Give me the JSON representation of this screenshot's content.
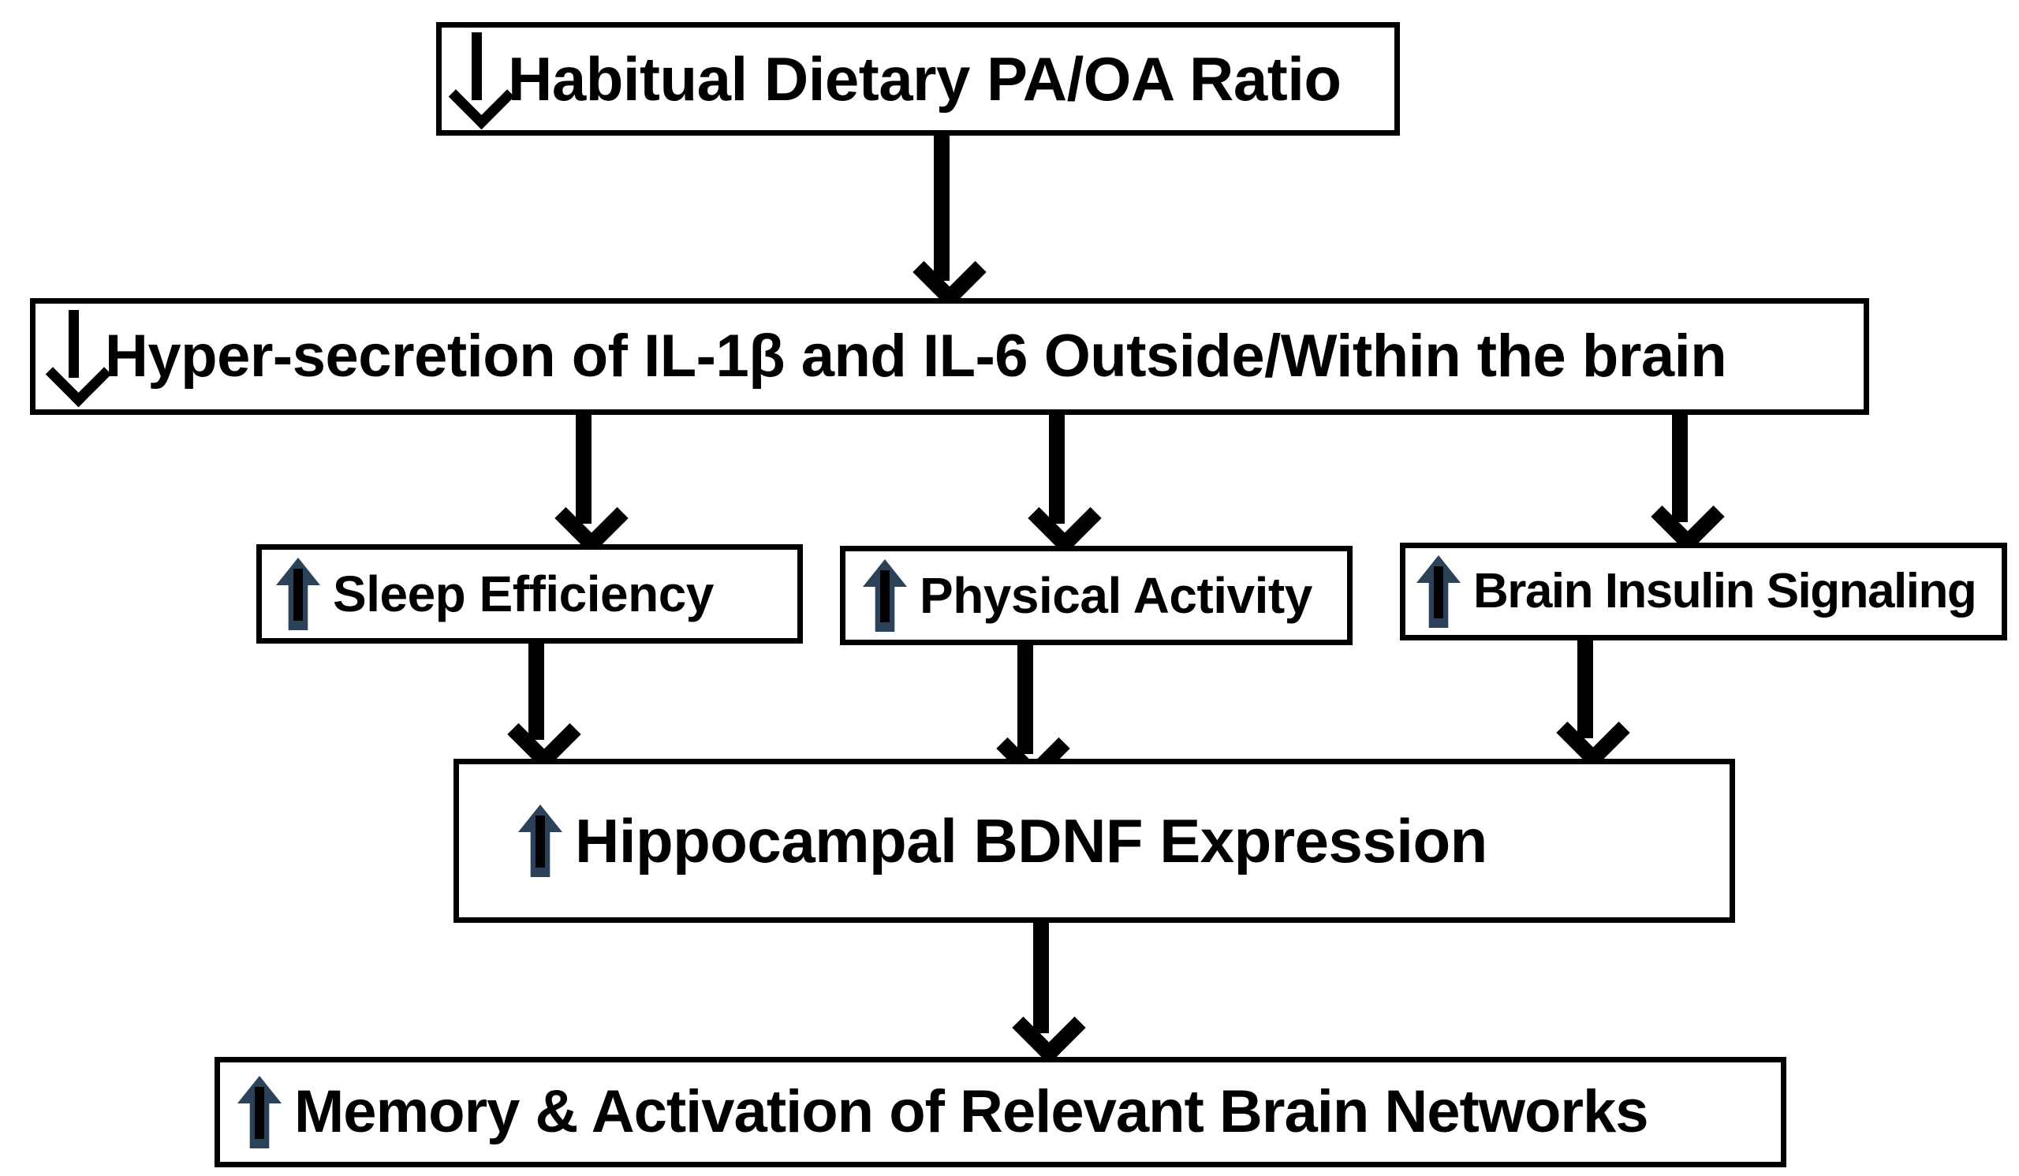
{
  "figure": {
    "type": "flowchart",
    "title": "",
    "orientation": "top-to-bottom",
    "colors": {
      "box_border": "#000000",
      "box_fill": "#ffffff",
      "text": "#000000",
      "connector": "#000000",
      "up_arrow_glyph": "#2b4258",
      "down_arrow_glyph": "#000000"
    }
  },
  "nodes": [
    {
      "id": "habitual",
      "label": "Habitual Dietary PA/OA Ratio",
      "trend": "down",
      "trend_icon": "arrow-down-icon",
      "level": 0
    },
    {
      "id": "hypersecretion",
      "label": "Hyper-secretion of IL-1β and IL-6 Outside/Within the brain",
      "trend": "down",
      "trend_icon": "arrow-down-icon",
      "level": 1
    },
    {
      "id": "sleep",
      "label": "Sleep Efficiency",
      "trend": "up",
      "trend_icon": "arrow-up-icon",
      "level": 2
    },
    {
      "id": "physical",
      "label": "Physical Activity",
      "trend": "up",
      "trend_icon": "arrow-up-icon",
      "level": 2
    },
    {
      "id": "insulin",
      "label": "Brain Insulin Signaling",
      "trend": "up",
      "trend_icon": "arrow-up-icon",
      "level": 2
    },
    {
      "id": "bdnf",
      "label": "Hippocampal BDNF Expression",
      "trend": "up",
      "trend_icon": "arrow-up-icon",
      "level": 3
    },
    {
      "id": "memory",
      "label": "Memory & Activation of Relevant Brain Networks",
      "trend": "up",
      "trend_icon": "arrow-up-icon",
      "level": 4
    }
  ],
  "edges": [
    {
      "id": "e1",
      "from": "habitual",
      "to": "hypersecretion"
    },
    {
      "id": "e2",
      "from": "hypersecretion",
      "to": "sleep"
    },
    {
      "id": "e3",
      "from": "hypersecretion",
      "to": "physical"
    },
    {
      "id": "e4",
      "from": "hypersecretion",
      "to": "insulin"
    },
    {
      "id": "e5",
      "from": "sleep",
      "to": "bdnf"
    },
    {
      "id": "e6",
      "from": "physical",
      "to": "bdnf"
    },
    {
      "id": "e7",
      "from": "insulin",
      "to": "bdnf"
    },
    {
      "id": "e8",
      "from": "bdnf",
      "to": "memory"
    }
  ]
}
